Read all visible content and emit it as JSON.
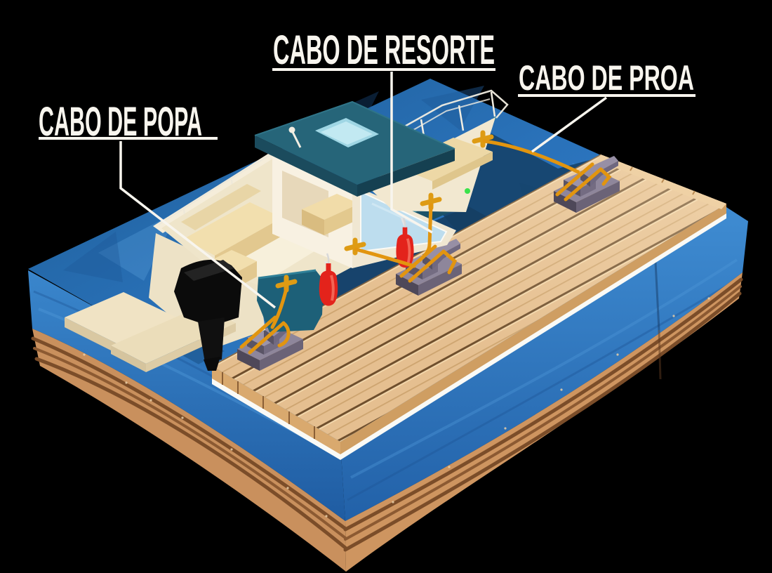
{
  "diagram": {
    "background": "#000000",
    "labels": {
      "spring": {
        "text": "CABO DE RESORTE"
      },
      "bow": {
        "text": "CABO DE PROA"
      },
      "stern": {
        "text": "CABO DE POPA"
      }
    },
    "palette": {
      "label_text": "#f8f5ee",
      "leader_line": "#f8f5ee",
      "rope": "#e2950f",
      "boat_cleat": "#de9b14",
      "dock_cleat": "#8e869b",
      "water_top": "#2f7dc8",
      "water_side": "#2e74bc",
      "earth": "#c9905d",
      "earth_stripe": "#7b4d29",
      "dock_plank": "#e5bf90",
      "hull": "#1d5f78",
      "roof": "#266579",
      "cabin": "#f8f1e2",
      "window": "#bdddee",
      "fender": "#e3231b",
      "motor": "#0b0b0b",
      "nav_light": "#3be24b"
    }
  }
}
